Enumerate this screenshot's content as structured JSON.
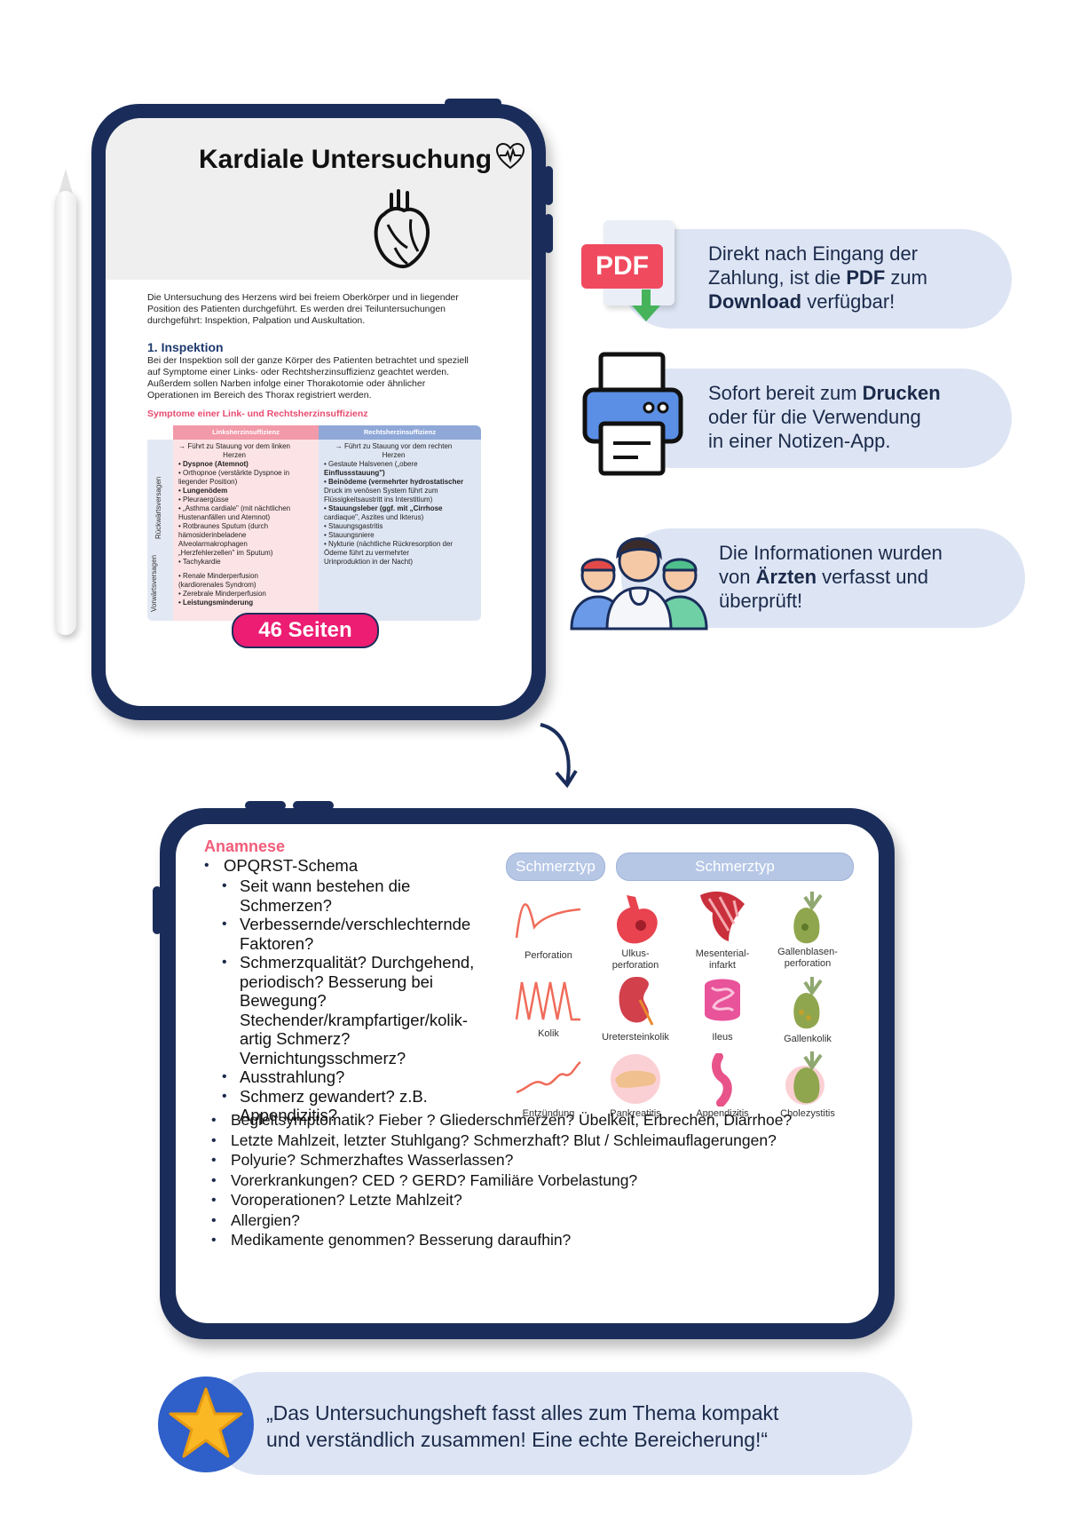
{
  "tablet1": {
    "title": "Kardiale Untersuchung",
    "intro_lines": [
      "Die Untersuchung des Herzens wird bei freiem Oberkörper und in liegender",
      "Position des Patienten durchgeführt. Es werden drei Teiluntersuchungen",
      "durchgeführt: Inspektion, Palpation und Auskultation."
    ],
    "section1_heading": "1. Inspektion",
    "section1_lines": [
      "Bei der Inspektion soll der ganze Körper des Patienten betrachtet und speziell",
      "auf Symptome einer Links- oder Rechtsherzinsuffizienz geachtet werden.",
      "Außerdem sollen Narben infolge einer Thorakotomie oder ähnlicher",
      "Operationen im Bereich des Thorax registriert werden."
    ],
    "table_caption": "Symptome einer Link- und Rechtsherzinsuffizienz",
    "table": {
      "header_left": "Linksherzinsuffizienz",
      "header_right": "Rechtsherzinsuffizienz",
      "row1_label": "Rückwärtsversagen",
      "row2_label": "Vorwärtsversagen",
      "left_row1": [
        "→ Führt zu Stauung vor dem linken",
        "Herzen",
        "• Dyspnoe (Atemnot)",
        "• Orthopnoe (verstärkte Dyspnoe in",
        "  liegender Position)",
        "• Lungenödem",
        "• Pleuraergüsse",
        "• „Asthma cardiale\" (mit nächtlichen",
        "  Hustenanfällen und Atemnot)",
        "• Rotbraunes Sputum (durch",
        "  hämosiderinbeladene",
        "  Alveolarmakrophagen",
        "  „Herzfehlerzellen\" im Sputum)",
        "• Tachykardie"
      ],
      "right_row1": [
        "→ Führt zu Stauung vor dem rechten",
        "Herzen",
        "• Gestaute Halsvenen („obere",
        "  Einflussstauung\")",
        "• Beinödeme (vermehrter hydrostatischer",
        "  Druck im venösen System führt zum",
        "  Flüssigkeitsaustritt ins Interstitium)",
        "• Stauungsleber (ggf. mit „Cirrhose",
        "  cardiaque\", Aszites und Ikterus)",
        "• Stauungsgastritis",
        "• Stauungsniere",
        "• Nykturie (nächtliche Rückresorption der",
        "  Ödeme führt zu vermehrter",
        "  Urinproduktion in der Nacht)"
      ],
      "left_row2": [
        "• Renale Minderperfusion",
        "  (kardiorenales Syndrom)",
        "• Zerebrale Minderperfusion",
        "• Leistungsminderung"
      ]
    },
    "pages_badge": "46 Seiten"
  },
  "features": [
    {
      "lines": [
        "Direkt nach Eingang der",
        "Zahlung, ist die PDF zum",
        "Download verfügbar!"
      ],
      "icon": "pdf-download-icon"
    },
    {
      "lines": [
        "Sofort bereit zum Drucken",
        "oder für die Verwendung",
        "in einer Notizen-App."
      ],
      "icon": "printer-icon"
    },
    {
      "lines": [
        "Die Informationen wurden",
        "von Ärzten verfasst und",
        "überprüft!"
      ],
      "icon": "doctors-icon"
    }
  ],
  "pdf_icon_label": "PDF",
  "tablet2": {
    "heading": "Anamnese",
    "top_item": "OPQRST-Schema",
    "sub_items": [
      [
        "Seit wann bestehen die",
        "Schmerzen?"
      ],
      [
        "Verbessernde/verschlechternde",
        "Faktoren?"
      ],
      [
        "Schmerzqualität? Durchgehend,",
        "periodisch? Besserung bei",
        "Bewegung?",
        "Stechender/krampfartiger/kolik-",
        "artig Schmerz?",
        "Vernichtungsschmerz?"
      ],
      [
        "Ausstrahlung?"
      ],
      [
        "Schmerz gewandert? z.B.",
        "Appendizitis?"
      ]
    ],
    "items": [
      "Begleitsymptomatik? Fieber ? Gliederschmerzen? Übelkeit, Erbrechen, Diarrhoe?",
      "Letzte Mahlzeit, letzter Stuhlgang? Schmerzhaft? Blut / Schleimauflagerungen?",
      "Polyurie? Schmerzhaftes Wasserlassen?",
      "Vorerkrankungen? CED ? GERD? Familiäre Vorbelastung?",
      "Voroperationen? Letzte Mahlzeit?",
      "Allergien?",
      "Medikamente genommen? Besserung daraufhin?"
    ],
    "chip_left": "Schmerztyp",
    "chip_right": "Schmerztyp",
    "grid": [
      [
        "Perforation",
        "Ulkus-\nperforation",
        "Mesenterial-\ninfarkt",
        "Gallenblasen-\nperforation"
      ],
      [
        "Kolik",
        "Uretersteinkolik",
        "Ileus",
        "Gallenkolik"
      ],
      [
        "Entzündung",
        "Pankreatitis",
        "Appendizitis",
        "Cholezystitis"
      ]
    ]
  },
  "quote": {
    "lines": [
      "„Das Untersuchungsheft fasst alles zum Thema kompakt",
      "und verständlich zusammen! Eine echte Bereicherung!“"
    ],
    "icon": "star-icon"
  },
  "colors": {
    "navy": "#1a2d5a",
    "pill": "#dde5f4",
    "pink": "#ec1d72",
    "coral": "#f25d7a"
  }
}
